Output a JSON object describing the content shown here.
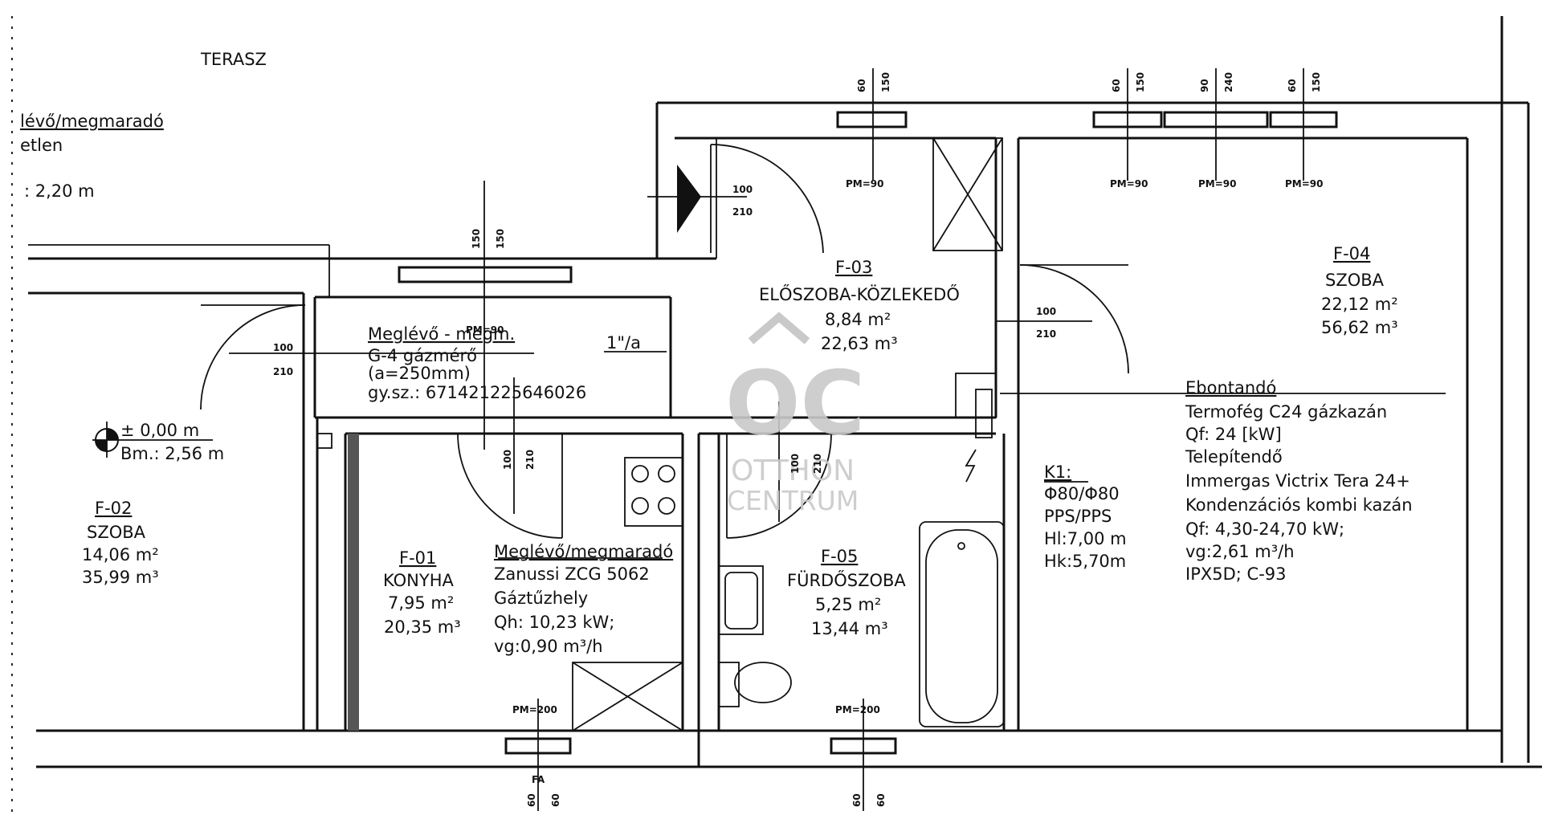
{
  "labels": {
    "terasz": "TERASZ",
    "partial1": "lévő/megmaradó",
    "partial2": "etlen",
    "partial3": ": 2,20 m",
    "level1": "± 0,00 m",
    "level2": "Bm.: 2,56 m",
    "f02": {
      "code": "F-02",
      "name": "SZOBA",
      "area": "14,06 m²",
      "vol": "35,99 m³"
    },
    "f01": {
      "code": "F-01",
      "name": "KONYHA",
      "area": "7,95 m²",
      "vol": "20,35 m³"
    },
    "f03": {
      "code": "F-03",
      "name": "ELŐSZOBA-KÖZLEKEDŐ",
      "area": "8,84 m²",
      "vol": "22,63 m³"
    },
    "f04": {
      "code": "F-04",
      "name": "SZOBA",
      "area": "22,12 m²",
      "vol": "56,62 m³"
    },
    "f05": {
      "code": "F-05",
      "name": "FÜRDŐSZOBA",
      "area": "5,25 m²",
      "vol": "13,44 m³"
    },
    "meter": {
      "title": "Meglévő - megm.",
      "l1": "G-4 gázmérő",
      "l2": "(a=250mm)",
      "l3": "gy.sz.: 671421225646026"
    },
    "pipe": "1\"/a",
    "stove": {
      "title": "Meglévő/megmaradó",
      "l1": "Zanussi ZCG 5062",
      "l2": "Gáztűzhely",
      "l3": "Qh: 10,23 kW;",
      "l4": "vg:0,90 m³/h"
    },
    "k1": {
      "title": "K1:",
      "l1": "Φ80/Φ80",
      "l2": "PPS/PPS",
      "l3": "Hl:7,00 m",
      "l4": "Hk:5,70m"
    },
    "boiler": {
      "title": "Ebontandó",
      "l1": "Termofég C24 gázkazán",
      "l2": "Qf: 24 [kW]",
      "l3": "Telepítendő",
      "l4": "Immergas Victrix Tera 24+",
      "l5": "Kondenzációs kombi kazán",
      "l6": "Qf: 4,30-24,70 kW;",
      "l7": "vg:2,61 m³/h",
      "l8": "IPX5D; C-93"
    },
    "pm90": "PM=90",
    "pm200": "PM=200",
    "fa": "FA",
    "d60": "60",
    "d90": "90",
    "d100": "100",
    "d150": "150",
    "d210": "210",
    "d240": "240",
    "watermark": {
      "mark": "OC",
      "line1": "OTTHON",
      "line2": "CENTRUM"
    }
  }
}
